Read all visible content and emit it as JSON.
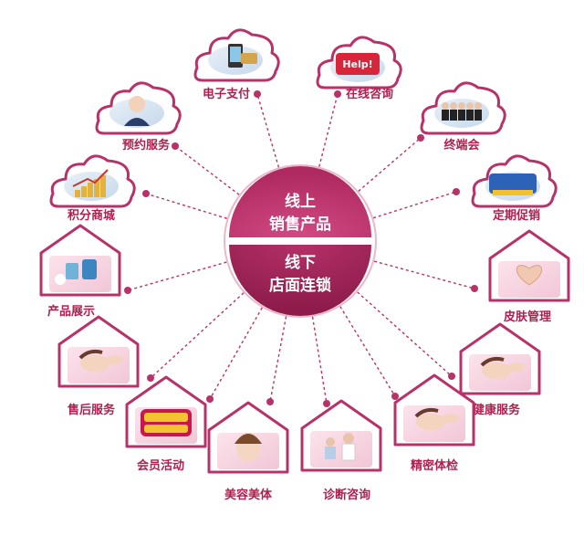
{
  "colors": {
    "accent": "#b8326a",
    "label": "#b01f4f",
    "shape_fill": "#ffffff",
    "center_top": "#c43a70",
    "center_bottom": "#a02556"
  },
  "center": {
    "top_line1": "线上",
    "top_line2": "销售产品",
    "bottom_line1": "线下",
    "bottom_line2": "店面连锁"
  },
  "services": [
    {
      "label": "电子支付",
      "shape": "cloud",
      "picture": "phone-payment-icon"
    },
    {
      "label": "在线咨询",
      "shape": "cloud",
      "picture": "help-key-icon"
    },
    {
      "label": "预约服务",
      "shape": "cloud",
      "picture": "phone-call-icon"
    },
    {
      "label": "终端会",
      "shape": "cloud",
      "picture": "meeting-icon"
    },
    {
      "label": "积分商城",
      "shape": "cloud",
      "picture": "coins-chart-icon"
    },
    {
      "label": "定期促销",
      "shape": "cloud",
      "picture": "sale-badge-icon"
    },
    {
      "label": "产品展示",
      "shape": "house",
      "picture": "cosmetics-icon"
    },
    {
      "label": "皮肤管理",
      "shape": "house",
      "picture": "heart-hands-icon"
    },
    {
      "label": "售后服务",
      "shape": "house",
      "picture": "massage-icon"
    },
    {
      "label": "健康服务",
      "shape": "house",
      "picture": "hand-care-icon"
    },
    {
      "label": "会员活动",
      "shape": "house",
      "picture": "member-badge-icon"
    },
    {
      "label": "美容美体",
      "shape": "house",
      "picture": "beauty-face-icon"
    },
    {
      "label": "诊断咨询",
      "shape": "house",
      "picture": "doctor-icon"
    },
    {
      "label": "精密体检",
      "shape": "house",
      "picture": "face-treatment-icon"
    }
  ]
}
